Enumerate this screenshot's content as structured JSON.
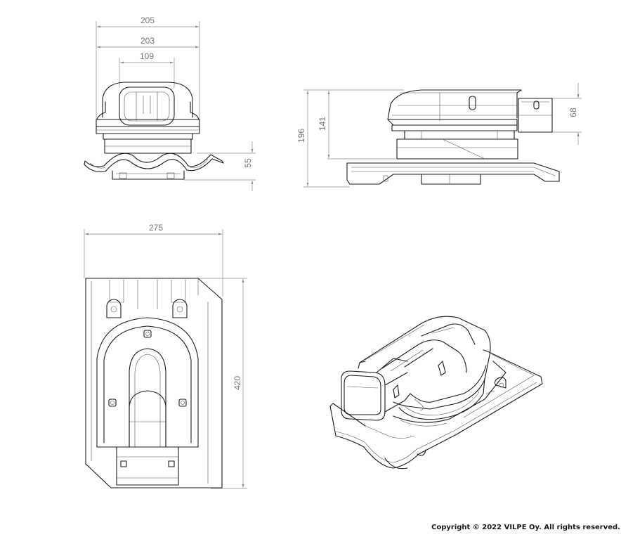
{
  "dimensions": {
    "front_width_outer": "205",
    "front_width_inner": "203",
    "front_duct_width": "109",
    "front_base_height": "55",
    "side_total_height": "196",
    "side_body_height": "141",
    "side_outlet_height": "68",
    "top_width": "275",
    "top_length": "420"
  },
  "footer": {
    "copyright": "Copyright © 2022 VILPE Oy. All rights reserved."
  }
}
